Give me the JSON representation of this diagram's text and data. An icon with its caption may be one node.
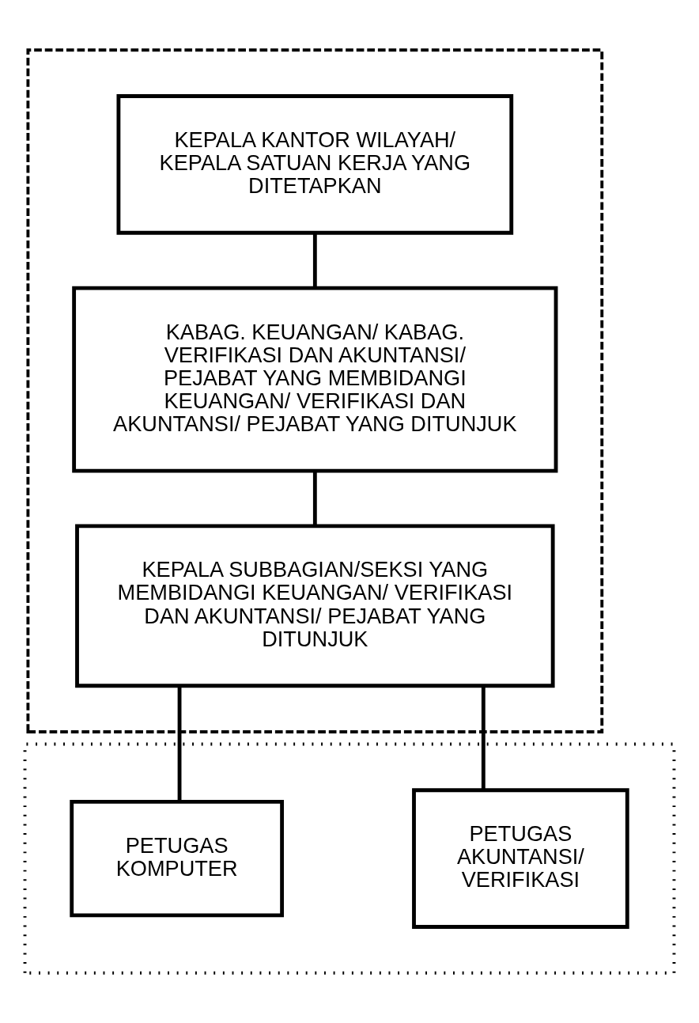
{
  "diagram": {
    "nodes": [
      {
        "text": [],
        "shape": "box"
      },
      {
        "text": [],
        "shape": "box"
      },
      {
        "text": [
          "KEPALA KANTOR WILAYAH/ KEPALA SATUAN KERJA YANG DITETAPKAN"
        ],
        "in": 0
      },
      {
        "text": [
          "KABAG. KEUANGAN/ KABAG. VERIFIKASI DAN AKUNTANSI/ PEJABAT YANG MEMBIDANGI KEUANGAN/ VERIFIKASI DAN AKUNTANSI/ PEJABAT YANG DITUNJUK"
        ],
        "in": 0
      },
      {
        "text": [
          "KEPALA SUBBAGIAN/SEKSI YANG MEMBIDANGI KEUANGAN/ VERIFIKASI DAN AKUNTANSI/ PEJABAT YANG DITUNJUK"
        ],
        "in": 0
      },
      {
        "text": [
          "PETUGAS AKUNTANSI/ VERIFIKASI"
        ],
        "in": 1
      },
      {
        "text": [
          "PETUGAS KOMPUTER"
        ],
        "in": 1
      }
    ],
    "edges": [
      {
        "from": 2,
        "to": 3,
        "arrow": "none"
      },
      {
        "from": 3,
        "to": 4,
        "arrow": "none"
      },
      {
        "from": 4,
        "to": 5,
        "arrow": "none"
      },
      {
        "from": 4,
        "to": 6,
        "arrow": "none"
      }
    ]
  }
}
